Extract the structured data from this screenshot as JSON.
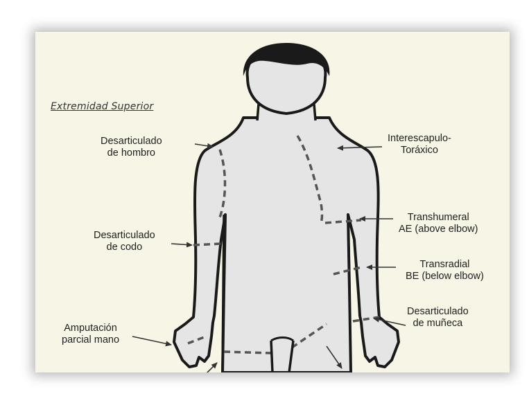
{
  "section_title": "Extremidad Superior",
  "labels": {
    "shoulder": [
      "Desarticulado",
      "de hombro"
    ],
    "interscapulo": [
      "Interescapulo-",
      "Toráxico"
    ],
    "transhumeral": [
      "Transhumeral",
      "AE (above elbow)"
    ],
    "elbow": [
      "Desarticulado",
      "de codo"
    ],
    "transradial": [
      "Transradial",
      "BE (below elbow)"
    ],
    "wrist": [
      "Desarticulado",
      "de muñeca"
    ],
    "hand": [
      "Amputación",
      "parcial mano"
    ]
  },
  "colors": {
    "card_background": "#f6f5e6",
    "body_fill": "#e5e5e5",
    "outline": "#1a1a1a",
    "text": "#1f1f1f"
  }
}
